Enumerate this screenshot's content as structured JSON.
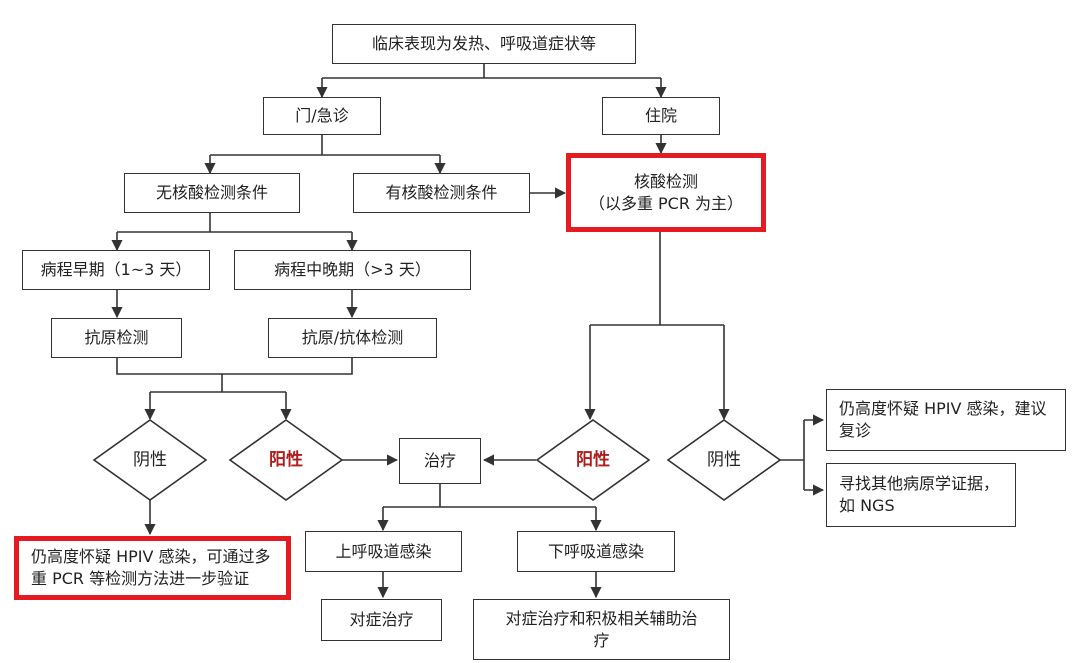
{
  "nodes": {
    "symptoms": "临床表现为发热、呼吸道症状等",
    "outpatient": "门/急诊",
    "inpatient": "住院",
    "no_nat": "无核酸检测条件",
    "has_nat": "有核酸检测条件",
    "nat_line1": "核酸检测",
    "nat_line2": "（以多重 PCR 为主）",
    "early": "病程早期（1~3 天）",
    "late": "病程中晚期（>3 天）",
    "antigen": "抗原检测",
    "antigen_antibody": "抗原/抗体检测",
    "neg_left": "阴性",
    "pos_left": "阳性",
    "treat": "治疗",
    "pos_right": "阳性",
    "neg_right": "阴性",
    "suspect_recheck": "仍高度怀疑 HPIV 感染，建议复诊",
    "other_pathogen": "寻找其他病原学证据，如 NGS",
    "suspect_pcr": "仍高度怀疑 HPIV 感染，可通过多重 PCR 等检测方法进一步验证",
    "upper": "上呼吸道感染",
    "lower": "下呼吸道感染",
    "symptomatic": "对症治疗",
    "symptomatic_active": "对症治疗和积极相关辅助治疗"
  },
  "colors": {
    "highlight": "#e51b22",
    "line": "#333333",
    "positive_text": "#b01c1c"
  }
}
